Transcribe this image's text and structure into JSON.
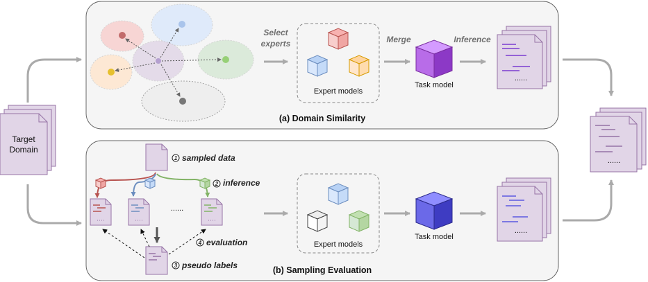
{
  "target": {
    "line1": "Target",
    "line2": "Domain"
  },
  "panel_a": {
    "caption": "(a) Domain Similarity",
    "select_line1": "Select",
    "select_line2": "experts",
    "expert_label": "Expert models",
    "merge": "Merge",
    "inference": "Inference",
    "task_label": "Task model",
    "dots": "......"
  },
  "panel_b": {
    "caption": "(b) Sampling Evaluation",
    "step1": "sampled data",
    "step2": "inference",
    "step3": "pseudo labels",
    "step4": "evaluation",
    "n1": "1",
    "n2": "2",
    "n3": "3",
    "n4": "4",
    "ellipsis": "......",
    "expert_label": "Expert models",
    "task_label": "Task model",
    "dots": "......"
  },
  "colors": {
    "doc_fill": "#e1d5e7",
    "doc_stroke": "#9673a6",
    "panel_fill": "#f5f5f5",
    "arrow_gray": "#aaaaaa",
    "red": "#b85450",
    "blue": "#6c8ebf",
    "green": "#82b366",
    "purple_cube": "#9b4dd1",
    "blue_cube": "#4b49c9"
  },
  "icons": [
    "cube-icon",
    "document-icon",
    "domain-ellipse"
  ]
}
